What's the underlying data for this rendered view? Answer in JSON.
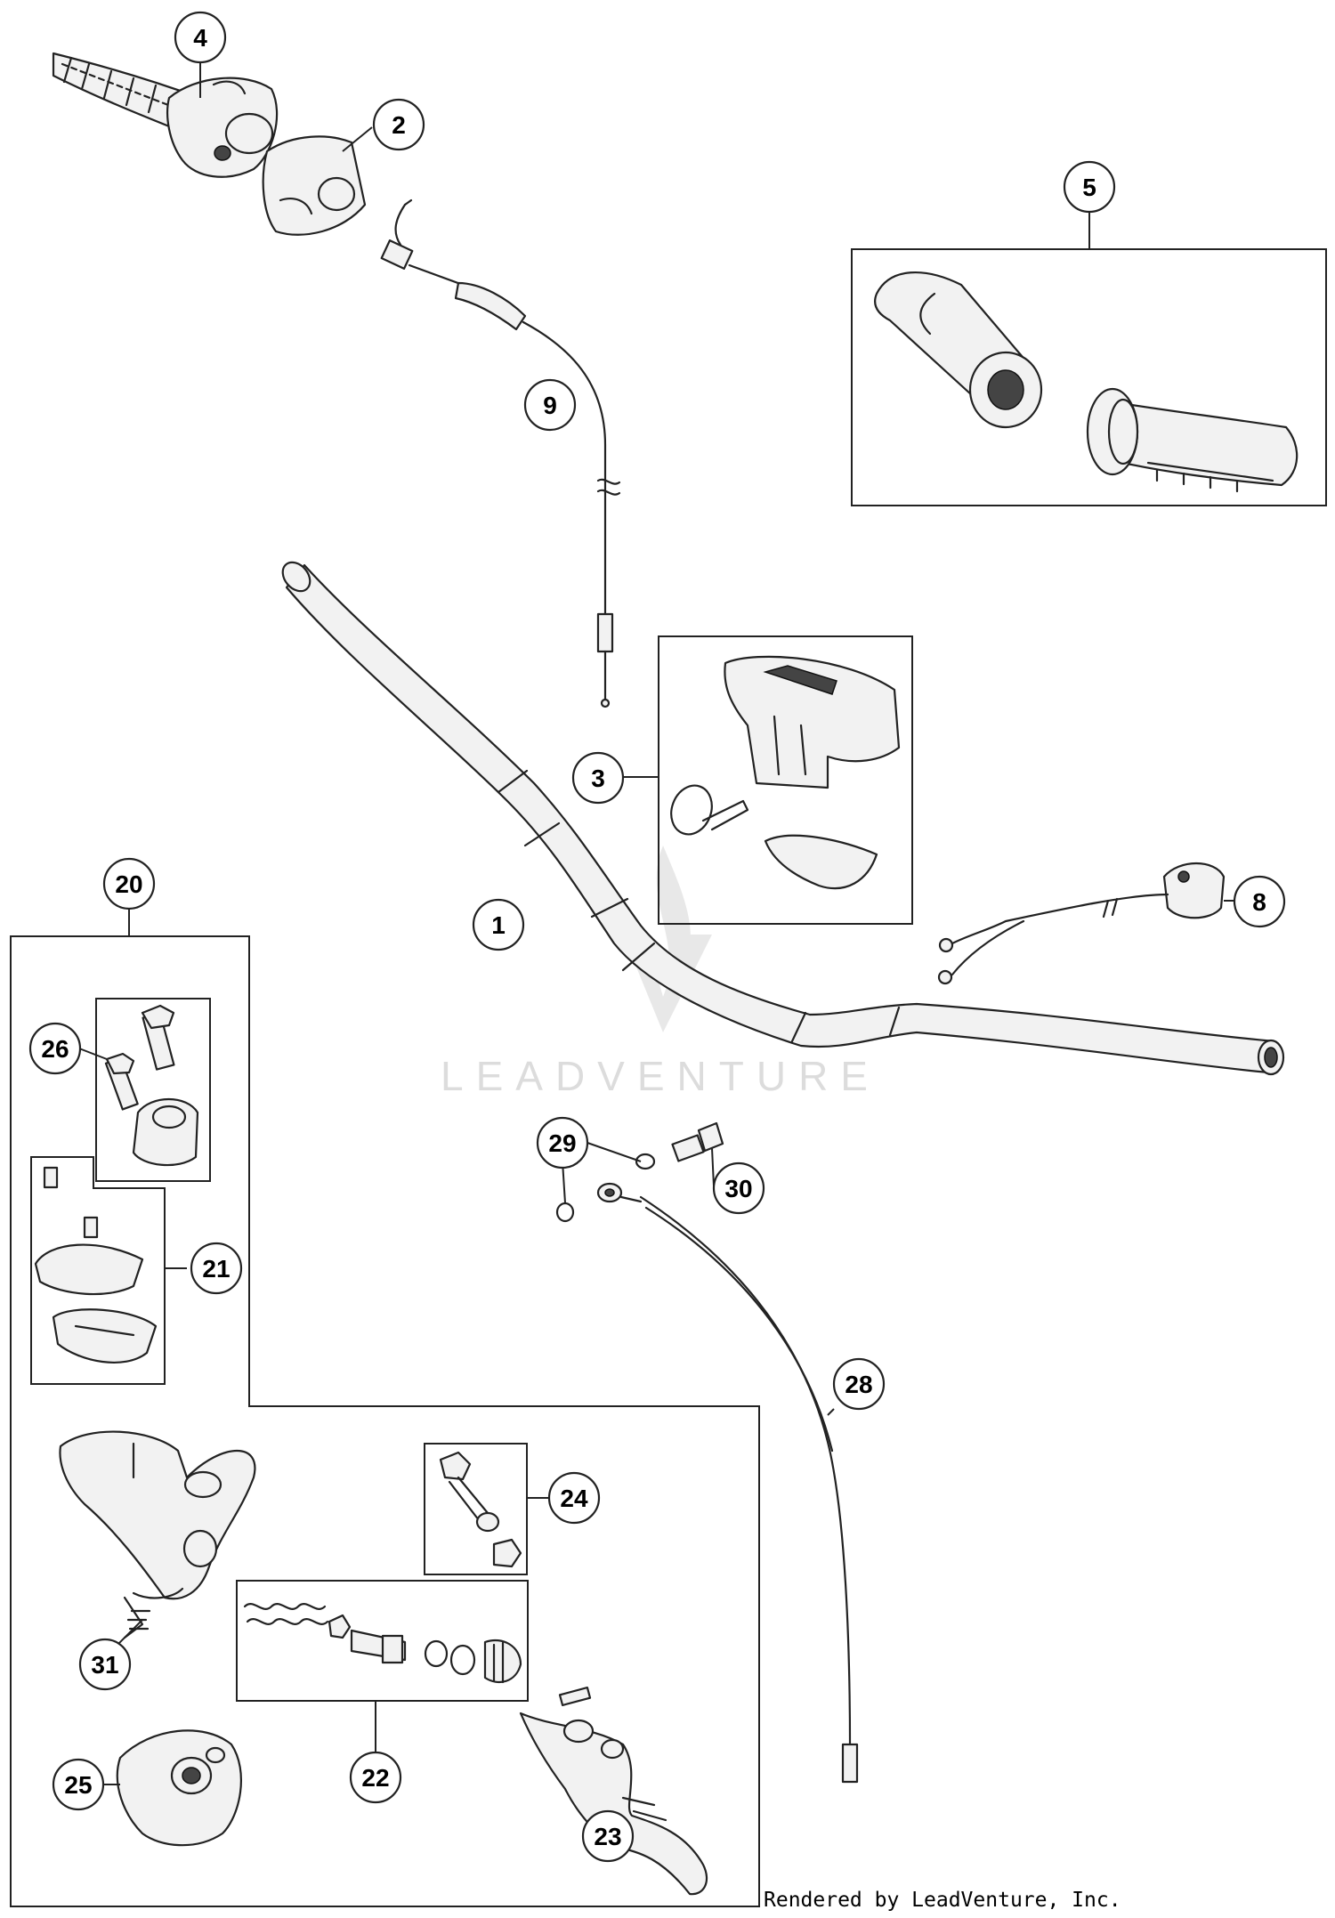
{
  "watermark": "LEADVENTURE",
  "credit": "Rendered by LeadVenture, Inc.",
  "callouts": {
    "c1": "1",
    "c2": "2",
    "c3": "3",
    "c4": "4",
    "c5": "5",
    "c8": "8",
    "c9": "9",
    "c20": "20",
    "c21": "21",
    "c22": "22",
    "c23": "23",
    "c24": "24",
    "c25": "25",
    "c26": "26",
    "c28": "28",
    "c29": "29",
    "c30": "30",
    "c31": "31"
  }
}
